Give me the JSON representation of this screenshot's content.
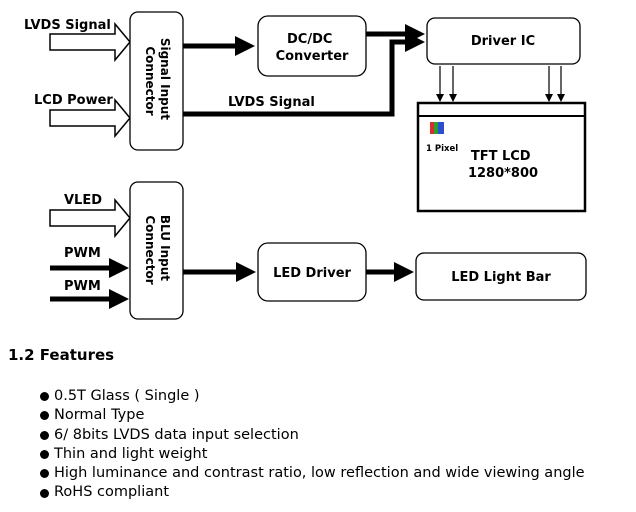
{
  "diagram": {
    "lvds_signal_input": "LVDS Signal",
    "lcd_power_input": "LCD Power",
    "signal_connector": [
      "Signal Input",
      "Connector"
    ],
    "dcdc_converter": [
      "DC/DC",
      "Converter"
    ],
    "driver_ic": "Driver IC",
    "lvds_signal_wire": "LVDS Signal",
    "pixel_label": "1 Pixel",
    "tft_lcd": [
      "TFT LCD",
      "1280*800"
    ],
    "vled_input": "VLED",
    "pwm_input_1": "PWM",
    "pwm_input_2": "PWM",
    "blu_connector": [
      "BLU Input",
      "Connector"
    ],
    "led_driver": "LED Driver",
    "led_light_bar": "LED Light Bar",
    "pixel_colors": [
      "#d83030",
      "#2ca02c",
      "#2a4fd0"
    ]
  },
  "section": {
    "title": "1.2 Features"
  },
  "features": [
    "0.5T Glass ( Single )",
    "Normal Type",
    "6/ 8bits LVDS data input selection",
    "Thin and light weight",
    "High luminance and contrast ratio, low reflection and wide viewing angle",
    "RoHS  compliant"
  ]
}
